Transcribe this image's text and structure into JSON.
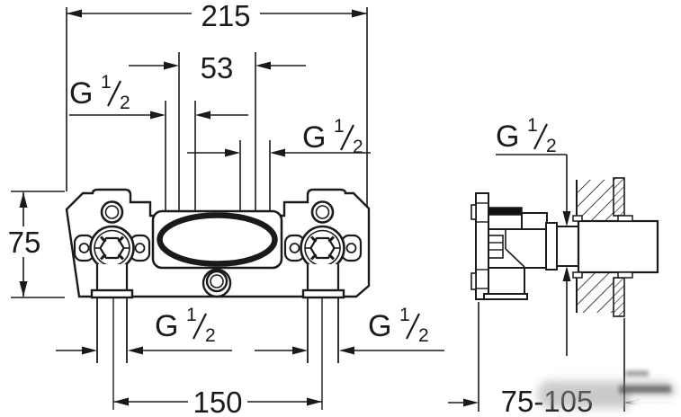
{
  "dimensions": {
    "overall_width": "215",
    "upper_port_spacing": "53",
    "body_height": "75",
    "supply_spacing": "150",
    "mounting_depth_range": "75-105"
  },
  "thread_label": "G 1/2",
  "thread_label_positions": [
    "front-top-left",
    "front-upper-right",
    "front-bottom-left",
    "front-bottom-right",
    "side-top"
  ],
  "colors": {
    "line": "#1a1a1a",
    "background": "#ffffff",
    "fill_dark": "#111111"
  }
}
